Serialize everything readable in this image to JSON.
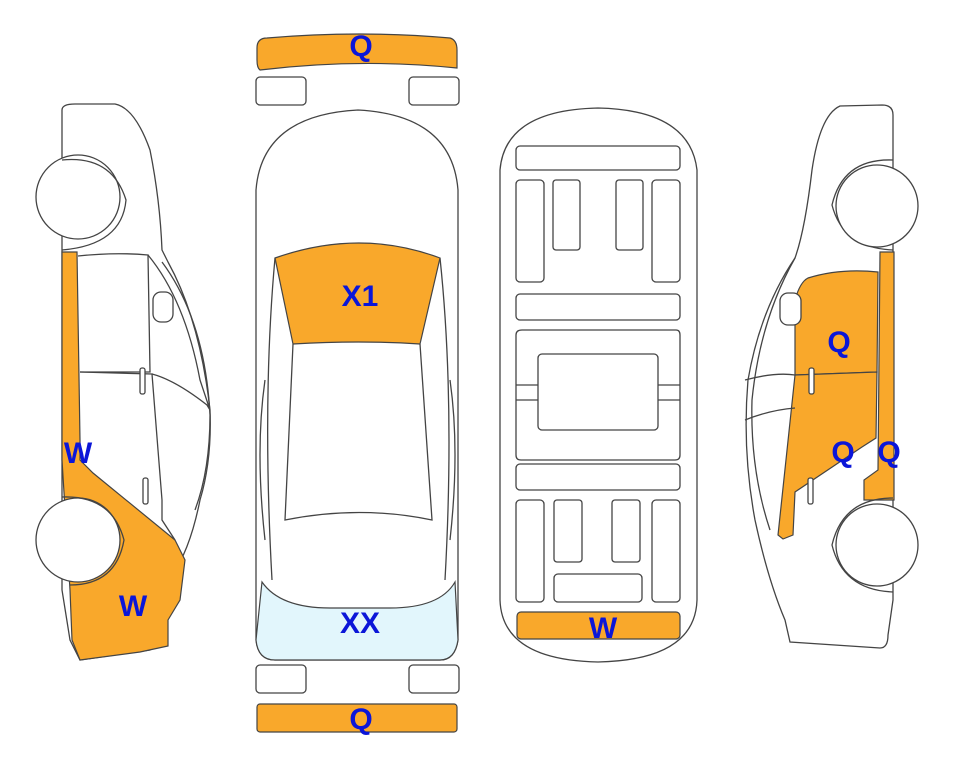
{
  "diagram": {
    "colors": {
      "damage": "#F9A82B",
      "glass": "#E2F6FC",
      "label": "#0B16D8",
      "outline": "#444444"
    },
    "views": {
      "left_side": {
        "labels": [
          "W",
          "W"
        ]
      },
      "top": {
        "labels": {
          "front_bumper": "Q",
          "windshield": "X1",
          "rear_window": "XX",
          "rear_bumper": "Q"
        }
      },
      "underbody": {
        "labels": {
          "rear_panel": "W"
        }
      },
      "right_side": {
        "labels": {
          "front_door": "Q",
          "rear_door": "Q",
          "sill": "Q"
        }
      }
    }
  }
}
